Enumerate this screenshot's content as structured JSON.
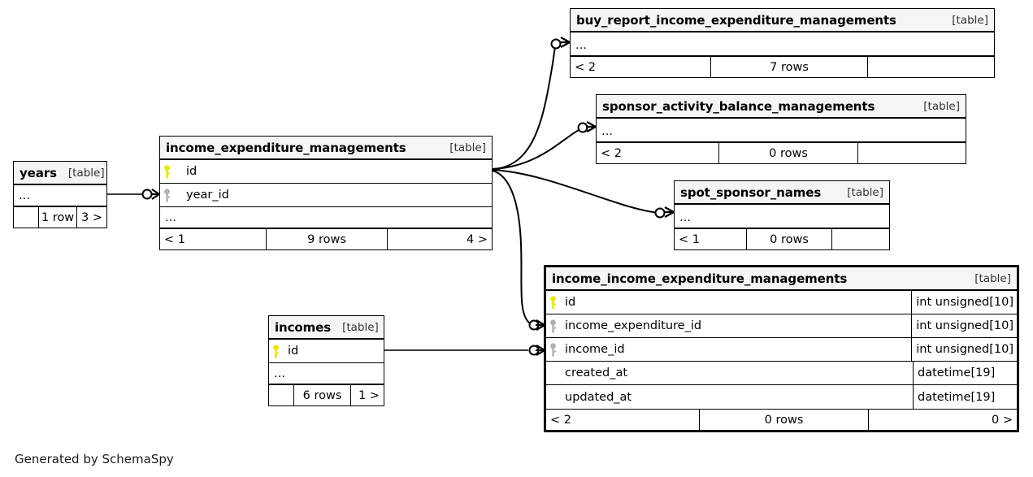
{
  "diagram": {
    "caption": "Generated by SchemaSpy",
    "table_tag": "[table]",
    "ellipsis": "…",
    "colors": {
      "primary_key": "#e8e800",
      "foreign_key": "#b0b0b0",
      "header_bg": "#f5f5f5",
      "border": "#000000",
      "background": "#ffffff"
    }
  },
  "tables": {
    "years": {
      "name": "years",
      "tag": "[table]",
      "columns": [],
      "has_ellipsis": true,
      "footer": {
        "left": "",
        "mid": "1 row",
        "right": "3 >"
      }
    },
    "income_expenditure_managements": {
      "name": "income_expenditure_managements",
      "tag": "[table]",
      "columns": [
        {
          "name": "id",
          "key": "primary",
          "type": ""
        },
        {
          "name": "year_id",
          "key": "foreign",
          "type": ""
        }
      ],
      "has_ellipsis": true,
      "footer": {
        "left": "< 1",
        "mid": "9 rows",
        "right": "4 >"
      }
    },
    "buy_report_income_expenditure_managements": {
      "name": "buy_report_income_expenditure_managements",
      "tag": "[table]",
      "columns": [],
      "has_ellipsis": true,
      "footer": {
        "left": "< 2",
        "mid": "7 rows",
        "right": ""
      }
    },
    "sponsor_activity_balance_managements": {
      "name": "sponsor_activity_balance_managements",
      "tag": "[table]",
      "columns": [],
      "has_ellipsis": true,
      "footer": {
        "left": "< 2",
        "mid": "0 rows",
        "right": ""
      }
    },
    "spot_sponsor_names": {
      "name": "spot_sponsor_names",
      "tag": "[table]",
      "columns": [],
      "has_ellipsis": true,
      "footer": {
        "left": "< 1",
        "mid": "0 rows",
        "right": ""
      }
    },
    "incomes": {
      "name": "incomes",
      "tag": "[table]",
      "columns": [
        {
          "name": "id",
          "key": "primary",
          "type": ""
        }
      ],
      "has_ellipsis": true,
      "footer": {
        "left": "",
        "mid": "6 rows",
        "right": "1 >"
      }
    },
    "income_income_expenditure_managements": {
      "name": "income_income_expenditure_managements",
      "tag": "[table]",
      "highlighted": true,
      "columns": [
        {
          "name": "id",
          "key": "primary",
          "type": "int unsigned[10]"
        },
        {
          "name": "income_expenditure_id",
          "key": "foreign",
          "type": "int unsigned[10]"
        },
        {
          "name": "income_id",
          "key": "foreign",
          "type": "int unsigned[10]"
        },
        {
          "name": "created_at",
          "key": "none",
          "type": "datetime[19]"
        },
        {
          "name": "updated_at",
          "key": "none",
          "type": "datetime[19]"
        }
      ],
      "has_ellipsis": false,
      "footer": {
        "left": "< 2",
        "mid": "0 rows",
        "right": "0 >"
      }
    }
  },
  "relationships": [
    {
      "from": "years",
      "to": "income_expenditure_managements.year_id"
    },
    {
      "from": "income_expenditure_managements",
      "to": "buy_report_income_expenditure_managements"
    },
    {
      "from": "income_expenditure_managements",
      "to": "sponsor_activity_balance_managements"
    },
    {
      "from": "income_expenditure_managements",
      "to": "spot_sponsor_names"
    },
    {
      "from": "income_expenditure_managements",
      "to": "income_income_expenditure_managements.income_expenditure_id"
    },
    {
      "from": "incomes",
      "to": "income_income_expenditure_managements.income_id"
    }
  ]
}
